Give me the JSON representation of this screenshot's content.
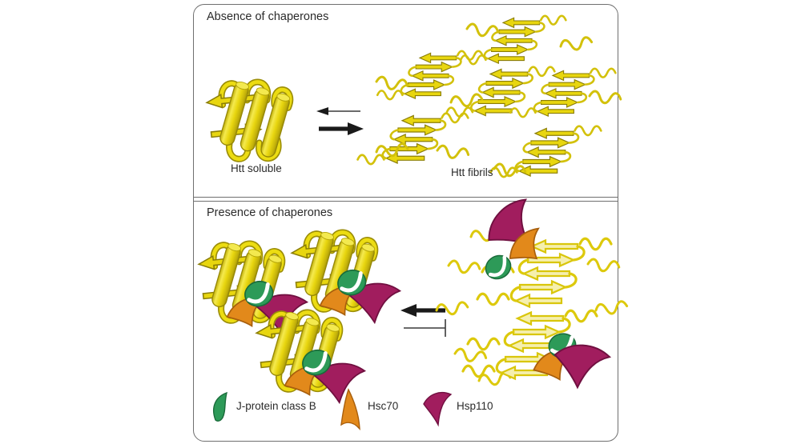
{
  "figure": {
    "top_panel": {
      "title": "Absence of chaperones",
      "soluble_label": "Htt soluble",
      "fibrils_label": "Htt fibrils"
    },
    "bottom_panel": {
      "title": "Presence of chaperones",
      "legend": [
        {
          "label": "J-protein class B",
          "color": "#2d9a58"
        },
        {
          "label": "Hsc70",
          "color": "#e2891b"
        },
        {
          "label": "Hsp110",
          "color": "#a11d5e"
        }
      ]
    },
    "colors": {
      "htt_yellow": "#e8d60f",
      "htt_outline": "#8a7d06",
      "fibril_pale": "#f5efae",
      "jprotein_green": "#2d9a58",
      "hsc70_orange": "#e2891b",
      "hsp110_magenta": "#a11d5e",
      "border_gray": "#6f6f6f",
      "arrow_black": "#1a1a1a"
    }
  }
}
